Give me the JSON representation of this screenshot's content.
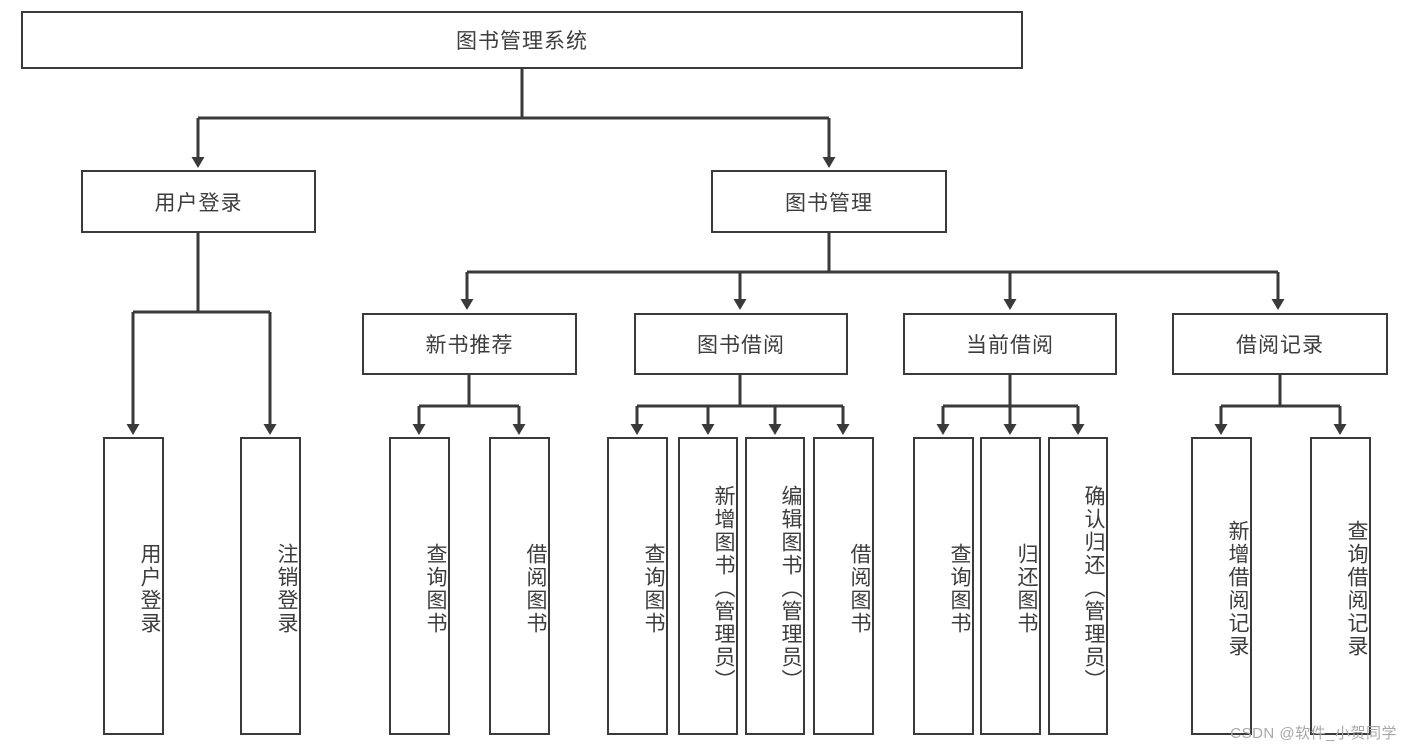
{
  "diagram": {
    "title": "图书管理系统",
    "root": {
      "label": "图书管理系统"
    },
    "level1": [
      {
        "label": "用户登录"
      },
      {
        "label": "图书管理"
      }
    ],
    "level2": [
      {
        "label": "新书推荐"
      },
      {
        "label": "图书借阅"
      },
      {
        "label": "当前借阅"
      },
      {
        "label": "借阅记录"
      }
    ],
    "leaves": {
      "user_login": [
        {
          "label": "用户登录"
        },
        {
          "label": "注销登录"
        }
      ],
      "new_book_recommend": [
        {
          "label": "查询图书"
        },
        {
          "label": "借阅图书"
        }
      ],
      "book_borrow": [
        {
          "label": "查询图书"
        },
        {
          "label": "新增图书（管理员）"
        },
        {
          "label": "编辑图书（管理员）"
        },
        {
          "label": "借阅图书"
        }
      ],
      "current_borrow": [
        {
          "label": "查询图书"
        },
        {
          "label": "归还图书"
        },
        {
          "label": "确认归还（管理员）"
        }
      ],
      "borrow_record": [
        {
          "label": "新增借阅记录"
        },
        {
          "label": "查询借阅记录"
        }
      ]
    }
  },
  "watermark": {
    "text": "CSDN @软件_小贺同学"
  },
  "colors": {
    "border": "#3a3a3a",
    "text": "#3d3d3d",
    "background": "#ffffff",
    "watermark": "#a8a8a8"
  }
}
